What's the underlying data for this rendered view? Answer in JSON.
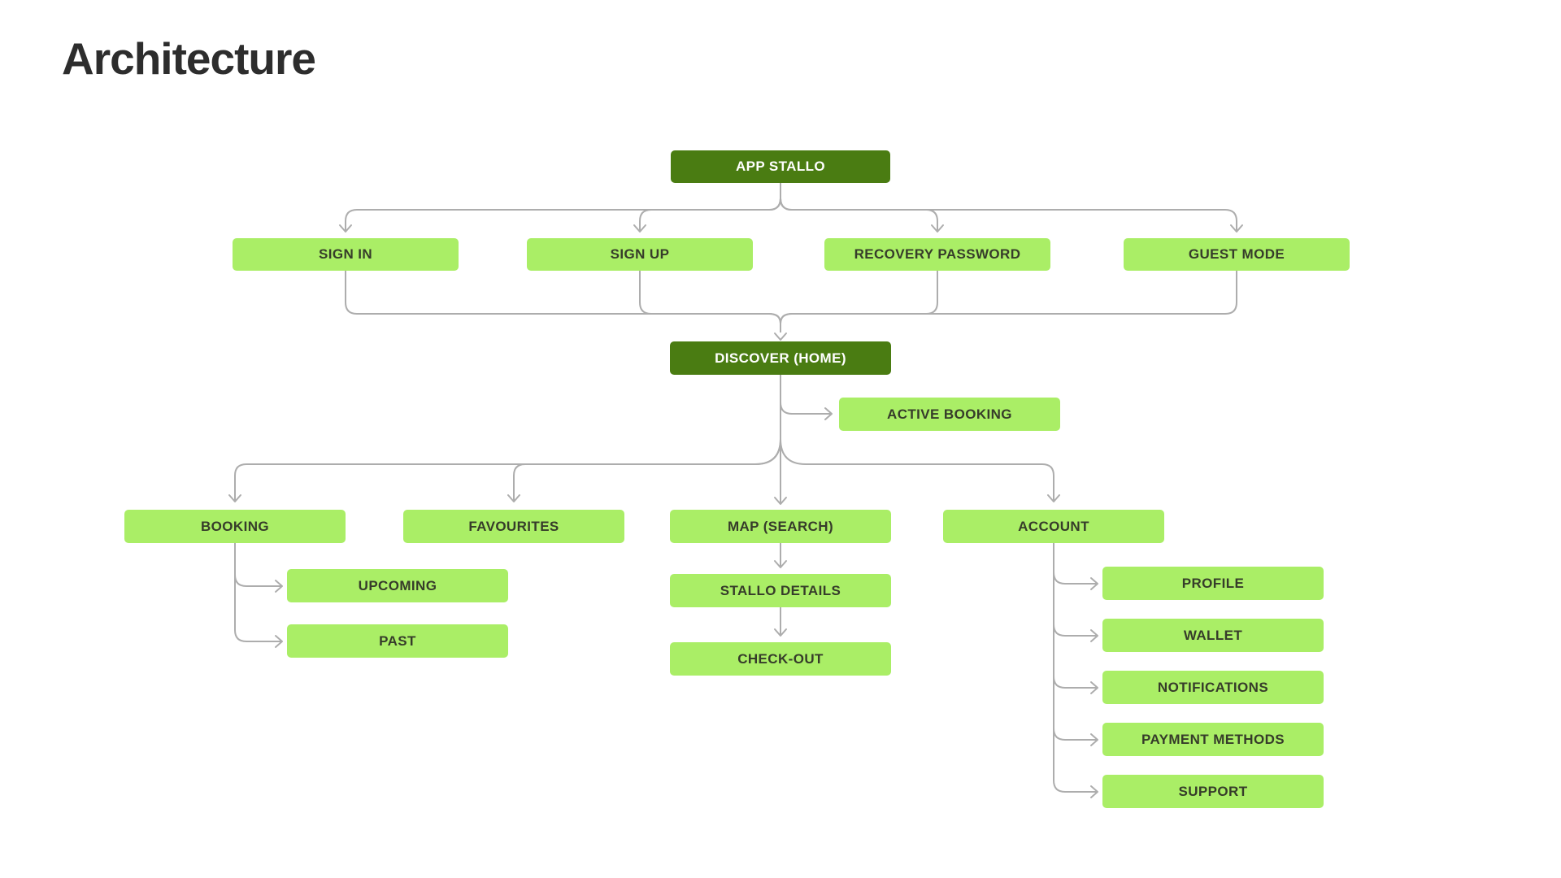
{
  "title": "Architecture",
  "colors": {
    "dark_green": "#4a7c12",
    "light_green": "#aaee66",
    "connector_gray": "#adadad",
    "title_color": "#2d2d2d",
    "label_dark": "#363c2a",
    "label_light": "#ffffff",
    "background": "#ffffff"
  },
  "diagram": {
    "nodes": {
      "app_stallo": {
        "label": "APP STALLO",
        "type": "dark"
      },
      "sign_in": {
        "label": "SIGN IN",
        "type": "light"
      },
      "sign_up": {
        "label": "SIGN UP",
        "type": "light"
      },
      "recovery_password": {
        "label": "RECOVERY PASSWORD",
        "type": "light"
      },
      "guest_mode": {
        "label": "GUEST MODE",
        "type": "light"
      },
      "discover_home": {
        "label": "DISCOVER (HOME)",
        "type": "dark"
      },
      "active_booking": {
        "label": "ACTIVE BOOKING",
        "type": "light"
      },
      "booking": {
        "label": "BOOKING",
        "type": "light"
      },
      "favourites": {
        "label": "FAVOURITES",
        "type": "light"
      },
      "map_search": {
        "label": "MAP (SEARCH)",
        "type": "light"
      },
      "account": {
        "label": "ACCOUNT",
        "type": "light"
      },
      "upcoming": {
        "label": "UPCOMING",
        "type": "light"
      },
      "past": {
        "label": "PAST",
        "type": "light"
      },
      "stallo_details": {
        "label": "STALLO DETAILS",
        "type": "light"
      },
      "check_out": {
        "label": "CHECK-OUT",
        "type": "light"
      },
      "profile": {
        "label": "PROFILE",
        "type": "light"
      },
      "wallet": {
        "label": "WALLET",
        "type": "light"
      },
      "notifications": {
        "label": "NOTIFICATIONS",
        "type": "light"
      },
      "payment_methods": {
        "label": "PAYMENT METHODS",
        "type": "light"
      },
      "support": {
        "label": "SUPPORT",
        "type": "light"
      }
    },
    "edges": [
      "APP STALLO → SIGN IN",
      "APP STALLO → SIGN UP",
      "APP STALLO → RECOVERY PASSWORD",
      "APP STALLO → GUEST MODE",
      "SIGN IN → DISCOVER (HOME)",
      "SIGN UP → DISCOVER (HOME)",
      "RECOVERY PASSWORD → DISCOVER (HOME)",
      "GUEST MODE → DISCOVER (HOME)",
      "DISCOVER (HOME) → ACTIVE BOOKING",
      "DISCOVER (HOME) → BOOKING",
      "DISCOVER (HOME) → FAVOURITES",
      "DISCOVER (HOME) → MAP (SEARCH)",
      "DISCOVER (HOME) → ACCOUNT",
      "BOOKING → UPCOMING",
      "BOOKING → PAST",
      "MAP (SEARCH) → STALLO DETAILS",
      "STALLO DETAILS → CHECK-OUT",
      "ACCOUNT → PROFILE",
      "ACCOUNT → WALLET",
      "ACCOUNT → NOTIFICATIONS",
      "ACCOUNT → PAYMENT METHODS",
      "ACCOUNT → SUPPORT"
    ]
  }
}
